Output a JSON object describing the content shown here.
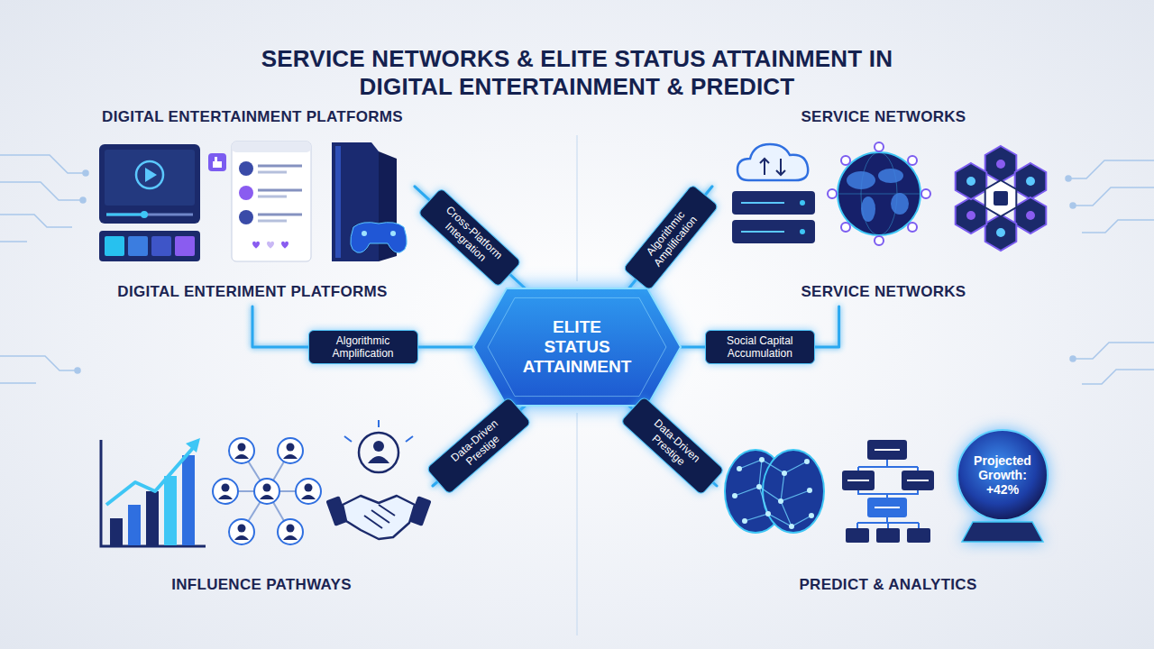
{
  "diagram": {
    "title": "SERVICE NETWORKS & ELITE STATUS ATTAINMENT IN DIGITAL ENTERTAINMENT & PREDICT",
    "nodes": [
      {
        "text": [
          "DIGITAL ENTERTAINMENT PLATFORMS",
          "DIGITAL ENTERIMENT PLATFORMS"
        ]
      },
      {
        "text": [
          "SERVICE NETWORKS",
          "SERVICE NETWORKS"
        ]
      },
      {
        "text": [
          "ELITE STATUS ATTAINMENT"
        ]
      },
      {
        "text": [
          "INFLUENCE PATHWAYS"
        ]
      },
      {
        "text": [
          "PREDICT & ANALYTICS"
        ]
      },
      {
        "text": [
          "Projected Growth: +42%"
        ],
        "in": 4
      }
    ],
    "edges": [
      {
        "from": 2,
        "to": 0,
        "label": "Cross-Platform Integration",
        "arrow": "none"
      },
      {
        "from": 2,
        "to": 1,
        "label": "Algorithmic Amplification",
        "arrow": "none"
      },
      {
        "from": 2,
        "to": 0,
        "label": "Algorithmic Amplification",
        "arrow": "none"
      },
      {
        "from": 2,
        "to": 1,
        "label": "Social Capital Accumulation",
        "arrow": "none"
      },
      {
        "from": 2,
        "to": 3,
        "label": "Data-Driven Prestige",
        "arrow": "none"
      },
      {
        "from": 2,
        "to": 4,
        "label": "Data-Driven Prestige",
        "arrow": "none"
      }
    ]
  }
}
